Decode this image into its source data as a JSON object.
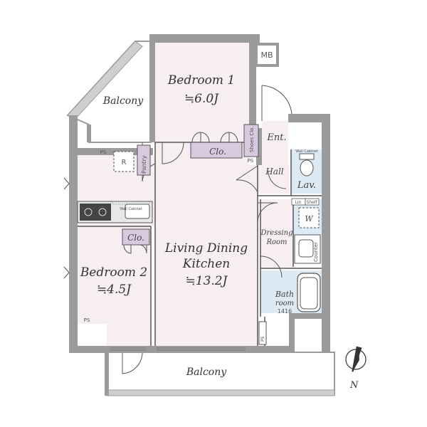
{
  "rooms": {
    "bedroom1": {
      "name": "Bedroom 1",
      "size": "≒6.0J"
    },
    "bedroom2": {
      "name": "Bedroom 2",
      "size": "≒4.5J"
    },
    "ldk": {
      "line1": "Living Dining",
      "line2": "Kitchen",
      "size": "≒13.2J"
    },
    "balcony_top": "Balcony",
    "balcony_bottom": "Balcony",
    "entrance": "Ent.",
    "hall": "Hall",
    "lavatory": "Lav.",
    "dressing": {
      "line1": "Dressing",
      "line2": "Room"
    },
    "bathroom": {
      "line1": "Bath",
      "line2": "room",
      "size": "1416"
    }
  },
  "fixtures": {
    "mb": "MB",
    "closet_b1": "Clo.",
    "closet_b2": "Clo.",
    "shoe_closet": "Shoes Clo.",
    "pantry": "Pantry",
    "refrigerator": "R",
    "ps_labels": [
      "PS",
      "PS",
      "PS",
      "PS"
    ],
    "wall_cabinet": "Wall Cabinet",
    "wall_cabinet_wc": "Wall Cabinet",
    "linen": "Lin",
    "shelf": "Shelf",
    "washer": "W",
    "counter": "Counter"
  },
  "compass": {
    "label": "N"
  },
  "colors": {
    "room_fill": "#f6eef1",
    "wall": "#9b9b9b",
    "closet": "#d9c9df",
    "wet_area": "#dde9f3",
    "line": "#555555"
  }
}
